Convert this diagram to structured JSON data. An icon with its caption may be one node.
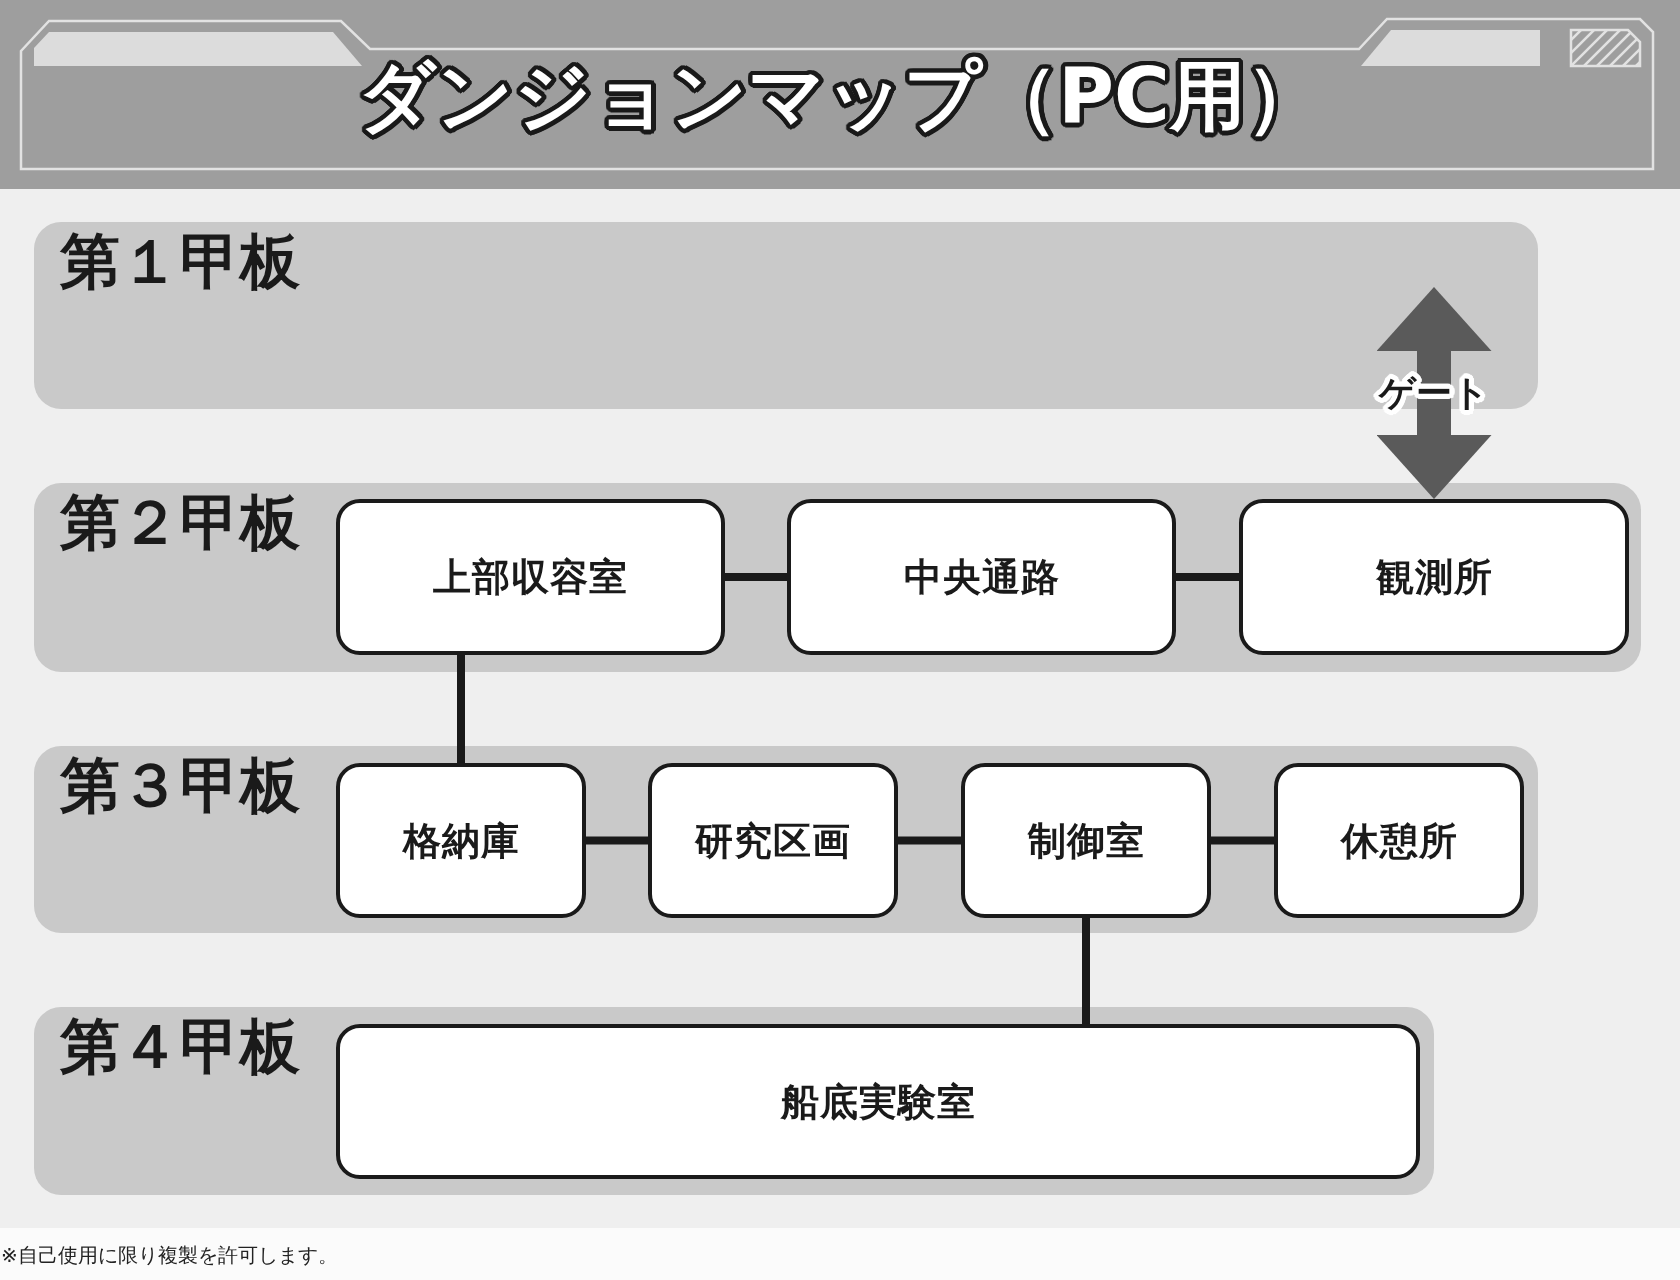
{
  "diagram": {
    "title": "ダンジョンマップ（PC用）",
    "nodes": [
      {
        "text": [
          "第１甲板"
        ]
      },
      {
        "text": [
          "第２甲板"
        ]
      },
      {
        "text": [
          "上部収容室"
        ],
        "in": 1
      },
      {
        "text": [
          "中央通路"
        ],
        "in": 1
      },
      {
        "text": [
          "観測所"
        ],
        "in": 1
      },
      {
        "text": [
          "第３甲板"
        ]
      },
      {
        "text": [
          "格納庫"
        ],
        "in": 5
      },
      {
        "text": [
          "研究区画"
        ],
        "in": 5
      },
      {
        "text": [
          "制御室"
        ],
        "in": 5
      },
      {
        "text": [
          "休憩所"
        ],
        "in": 5
      },
      {
        "text": [
          "第４甲板"
        ]
      },
      {
        "text": [
          "船底実験室"
        ],
        "in": 10
      }
    ],
    "edges": [
      {
        "from": 2,
        "to": 3,
        "arrow": "none"
      },
      {
        "from": 3,
        "to": 4,
        "arrow": "none"
      },
      {
        "from": 2,
        "to": 6,
        "arrow": "none"
      },
      {
        "from": 6,
        "to": 7,
        "arrow": "none"
      },
      {
        "from": 7,
        "to": 8,
        "arrow": "none"
      },
      {
        "from": 8,
        "to": 9,
        "arrow": "none"
      },
      {
        "from": 8,
        "to": 11,
        "arrow": "none"
      },
      {
        "from": 0,
        "to": 4,
        "arrow": "both",
        "label": "ゲート",
        "style": "thick",
        "color": "#5a5a5a"
      }
    ],
    "labels": [
      "※自己使用に限り複製を許可します。"
    ]
  }
}
